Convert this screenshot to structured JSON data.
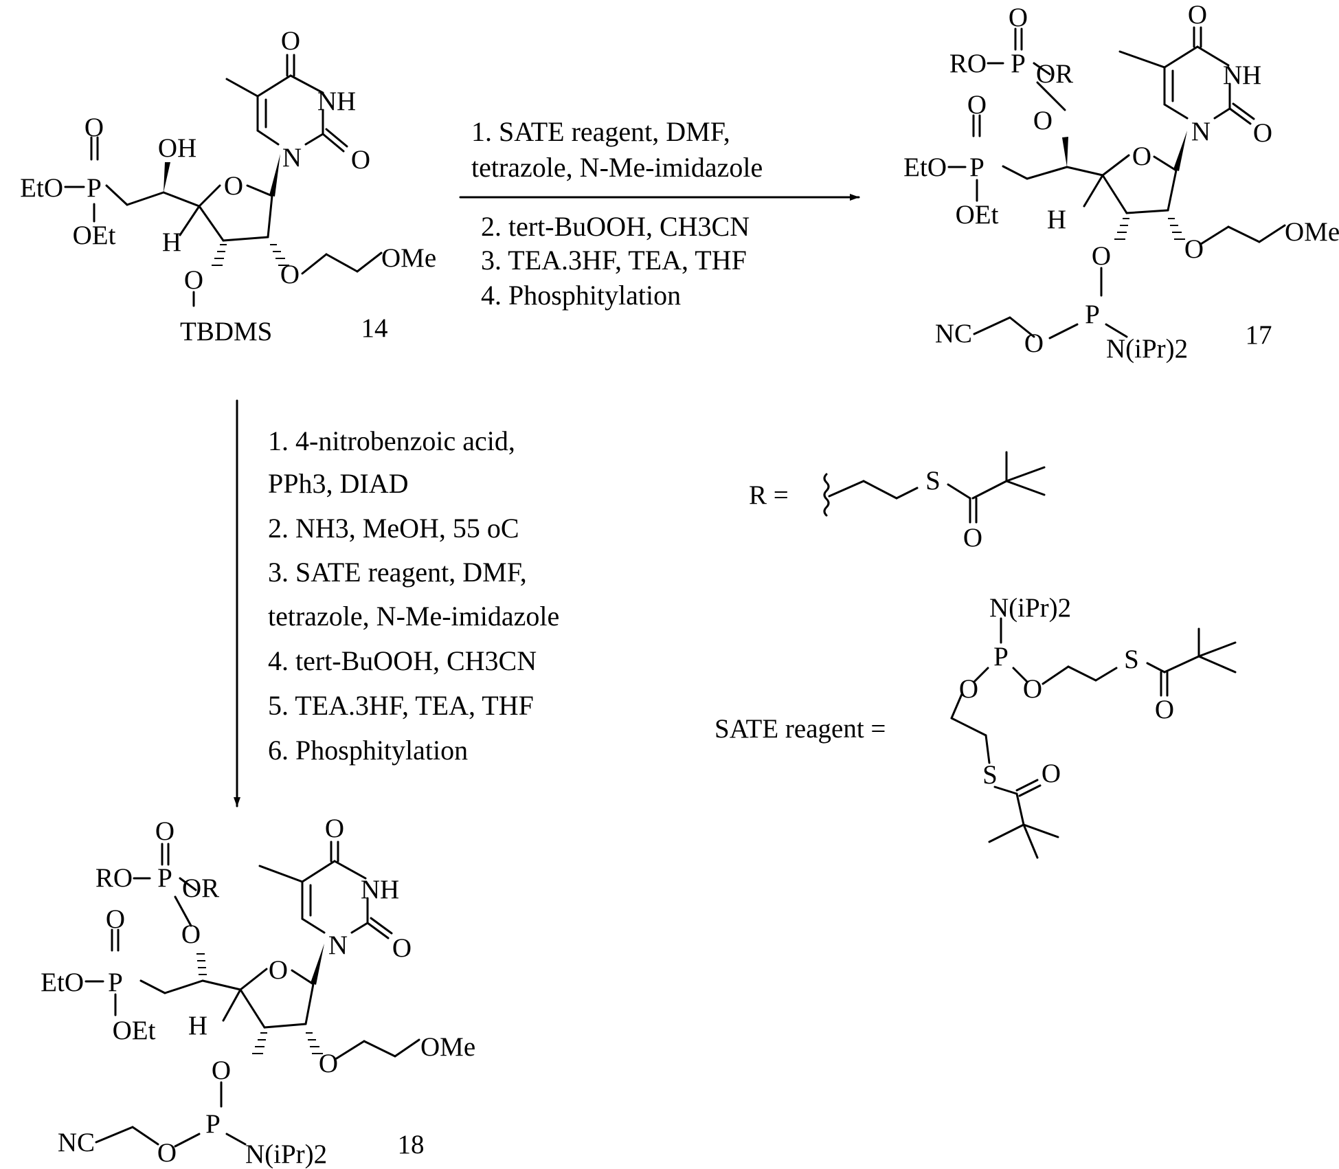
{
  "compounds": {
    "c14": {
      "number": "14",
      "atoms": {
        "o_top": "O",
        "nh": "NH",
        "o_right": "O",
        "n1": "N",
        "oh": "OH",
        "ring_o": "O",
        "h": "H",
        "o3": "O",
        "tbdms": "TBDMS",
        "p": "P",
        "p_o": "O",
        "eto": "EtO",
        "oet": "OEt",
        "o2": "O",
        "ome": "OMe"
      }
    },
    "c17": {
      "number": "17",
      "atoms": {
        "o_top": "O",
        "nh": "NH",
        "o_right": "O",
        "n1": "N",
        "p_top_o": "O",
        "ro": "RO",
        "p_top": "P",
        "or": "OR",
        "link_o": "O",
        "p": "P",
        "p_o": "O",
        "eto": "EtO",
        "oet": "OEt",
        "h": "H",
        "ring_o": "O",
        "o2": "O",
        "ome": "OMe",
        "o3": "O",
        "p3": "P",
        "nc": "NC",
        "o_chain": "O",
        "amine": "N(iPr)2"
      }
    },
    "c18": {
      "number": "18",
      "atoms": {
        "o_top": "O",
        "nh": "NH",
        "o_right": "O",
        "n1": "N",
        "p_top_o": "O",
        "ro": "RO",
        "p_top": "P",
        "or": "OR",
        "link_o": "O",
        "p": "P",
        "p_o": "O",
        "eto": "EtO",
        "oet": "OEt",
        "h": "H",
        "ring_o": "O",
        "o2": "O",
        "ome": "OMe",
        "o3": "O",
        "p3": "P",
        "nc": "NC",
        "o_chain": "O",
        "amine": "N(iPr)2"
      }
    }
  },
  "arrow_horizontal": {
    "above": [
      "1. SATE reagent, DMF,",
      "tetrazole, N-Me-imidazole"
    ],
    "below": [
      "2. tert-BuOOH, CH3CN",
      "3.  TEA.3HF, TEA, THF",
      "4.  Phosphitylation"
    ]
  },
  "arrow_vertical": {
    "conditions": [
      "1.  4-nitrobenzoic acid,",
      "PPh3, DIAD",
      "2.  NH3, MeOH, 55 oC",
      "3. SATE reagent, DMF,",
      "tetrazole, N-Me-imidazole",
      "4. tert-BuOOH, CH3CN",
      "5.  TEA.3HF, TEA, THF",
      "6.  Phosphitylation"
    ]
  },
  "r_definition": {
    "prefix": "R =",
    "s": "S",
    "o": "O"
  },
  "sate_definition": {
    "prefix": "SATE reagent =",
    "amine": "N(iPr)2",
    "p": "P",
    "o_left": "O",
    "o_right": "O",
    "s_top": "S",
    "o_top_carbonyl": "O",
    "s_bottom": "S",
    "o_bottom_carbonyl": "O"
  }
}
